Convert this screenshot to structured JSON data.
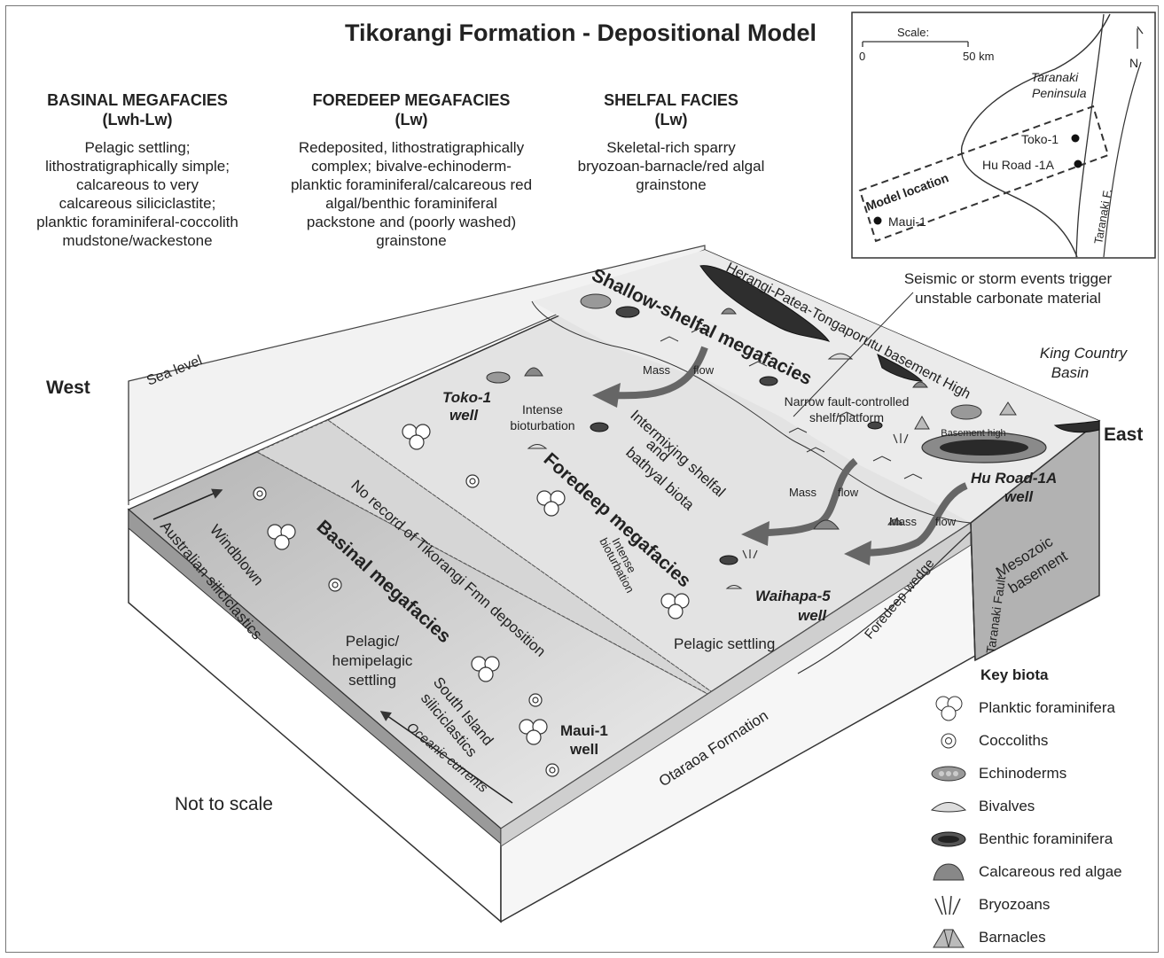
{
  "title": "Tikorangi Formation - Depositional Model",
  "facies": {
    "basinal": {
      "heading": "BASINAL MEGAFACIES",
      "code": "(Lwh-Lw)",
      "description": [
        "Pelagic settling;",
        "lithostratigraphically simple;",
        "calcareous to very",
        "calcareous siliciclastite;",
        "planktic foraminiferal-coccolith",
        "mudstone/wackestone"
      ]
    },
    "foredeep": {
      "heading": "FOREDEEP MEGAFACIES",
      "code": "(Lw)",
      "description": [
        "Redeposited, lithostratigraphically",
        "complex; bivalve-echinoderm-",
        "planktic foraminiferal/calcareous red",
        "algal/benthic foraminiferal",
        "packstone and (poorly washed)",
        "grainstone"
      ]
    },
    "shelfal": {
      "heading": "SHELFAL FACIES",
      "code": "(Lw)",
      "description": [
        "Skeletal-rich sparry",
        "bryozoan-barnacle/red algal",
        "grainstone"
      ]
    }
  },
  "inset_map": {
    "scale_label": "Scale:",
    "scale_start": "0",
    "scale_end": "50 km",
    "north": "N",
    "peninsula": [
      "Taranaki",
      "Peninsula"
    ],
    "model_location": "Model location",
    "fault": "Taranaki F.",
    "wells": [
      "Toko-1",
      "Hu Road -1A",
      "Maui-1"
    ]
  },
  "block_labels": {
    "sea_level": "Sea level",
    "west": "West",
    "east": "East",
    "not_to_scale": "Not to scale",
    "shallow_shelfal": "Shallow-shelfal megafacies",
    "foredeep": "Foredeep megafacies",
    "basinal": "Basinal megafacies",
    "basement_high_ridge": "Herangi-Patea-Tongaporutu basement High",
    "trigger": [
      "Seismic or storm events trigger",
      "unstable carbonate material"
    ],
    "king_country": [
      "King Country",
      "Basin"
    ],
    "narrow_fault": [
      "Narrow fault-controlled",
      "shelf/platform"
    ],
    "basement_high": "Basement high",
    "mass_flow": "Mass",
    "flow": "flow",
    "intense_bio": [
      "Intense",
      "bioturbation"
    ],
    "intermixing": [
      "Intermixing shelfal",
      "and",
      "bathyal biota"
    ],
    "no_record": "No record of Tikorangi Fmn deposition",
    "pelagic_settling": "Pelagic settling",
    "pelagic_hemi": [
      "Pelagic/",
      "hemipelagic",
      "settling"
    ],
    "windblown": [
      "Windblown",
      "Australian siliciclastics"
    ],
    "south_island": [
      "South Island",
      "siliciclastics"
    ],
    "oceanic": "Oceanic currents",
    "otaraoa": "Otaraoa Formation",
    "foredeep_wedge": "Foredeep wedge",
    "taranaki_fault": "Taranaki Fault",
    "mesozoic": [
      "Mesozoic",
      "basement"
    ],
    "wells": {
      "toko": [
        "Toko-1",
        "well"
      ],
      "hu": [
        "Hu Road-1A",
        "well"
      ],
      "waihapa": [
        "Waihapa-5",
        "well"
      ],
      "maui": [
        "Maui-1",
        "well"
      ]
    }
  },
  "legend": {
    "title": "Key biota",
    "items": [
      {
        "icon": "planktic-foraminifera-icon",
        "label": "Planktic foraminifera"
      },
      {
        "icon": "coccolith-icon",
        "label": "Coccoliths"
      },
      {
        "icon": "echinoderm-icon",
        "label": "Echinoderms"
      },
      {
        "icon": "bivalve-icon",
        "label": "Bivalves"
      },
      {
        "icon": "benthic-foraminifera-icon",
        "label": "Benthic foraminifera"
      },
      {
        "icon": "calcareous-red-algae-icon",
        "label": "Calcareous red algae"
      },
      {
        "icon": "bryozoan-icon",
        "label": "Bryozoans"
      },
      {
        "icon": "barnacle-icon",
        "label": "Barnacles"
      }
    ]
  },
  "colors": {
    "surface_light": "#e3e3e3",
    "basin_band": "#c9c9c9",
    "ridge_dark": "#3a3a3a",
    "arrow": "#666666"
  }
}
